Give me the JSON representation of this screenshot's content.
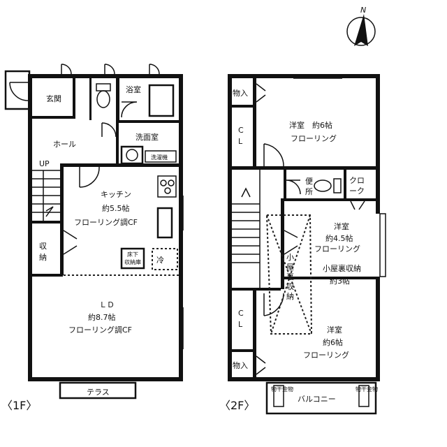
{
  "compass": {
    "label": "N"
  },
  "floor1": {
    "label": "〈1F〉",
    "rooms": {
      "genkan": "玄関",
      "yokushitsu": "浴室",
      "hall": "ホール",
      "senmenjo": "洗面室",
      "sentakuki": "洗濯機",
      "up": "UP",
      "kitchen_name": "キッチン",
      "kitchen_size": "約5.5帖",
      "kitchen_floor": "フローリング調CF",
      "shuno": [
        "収",
        "納"
      ],
      "yukashita": [
        "床下",
        "収納庫"
      ],
      "rei": "冷",
      "ld_name": "ＬＤ",
      "ld_size": "約8.7帖",
      "ld_floor": "フローリング調CF",
      "terrace": "テラス"
    }
  },
  "floor2": {
    "label": "〈2F〉",
    "rooms": {
      "monoire_top": "物入",
      "cl_top": [
        "C",
        "L"
      ],
      "yoshitsu1_name": "洋室　約6帖",
      "yoshitsu1_floor": "フローリング",
      "benjo": [
        "便",
        "所"
      ],
      "closet": [
        "クロ",
        "ーク"
      ],
      "yoshitsu2_name": "洋室",
      "yoshitsu2_size": "約4.5帖",
      "yoshitsu2_floor": "フローリング",
      "koyaura_vertical": [
        "小",
        "屋",
        "裏",
        "収",
        "納"
      ],
      "koyaura_name": "小屋裏収納",
      "koyaura_size": "約3帖",
      "cl_bottom": [
        "C",
        "L"
      ],
      "yoshitsu3_name": "洋室",
      "yoshitsu3_size": "約6帖",
      "yoshitsu3_floor": "フローリング",
      "monoire_bottom": "物入",
      "balcony": "バルコニー",
      "monohoshi": "物干金物"
    }
  }
}
